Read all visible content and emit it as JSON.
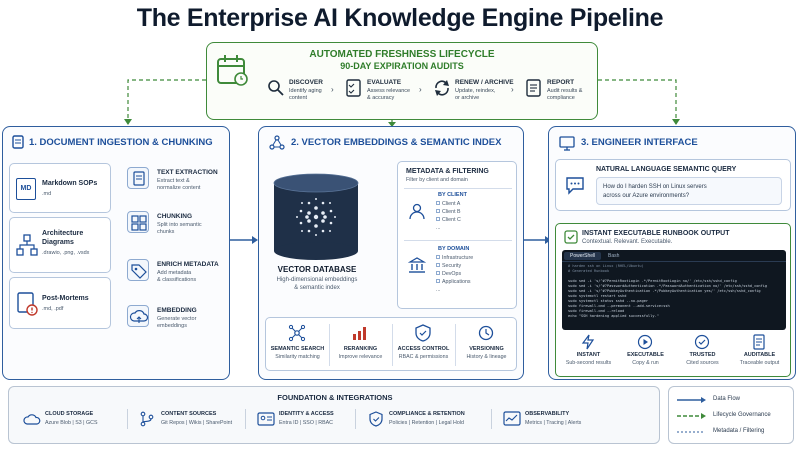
{
  "title": "The Enterprise AI Knowledge Engine Pipeline",
  "lifecycle": {
    "heading": "AUTOMATED FRESHNESS LIFECYCLE",
    "subheading": "90-DAY EXPIRATION AUDITS",
    "steps": [
      {
        "title": "DISCOVER",
        "desc1": "Identify aging",
        "desc2": "content",
        "icon": "magnifier-icon"
      },
      {
        "title": "EVALUATE",
        "desc1": "Assess relevance",
        "desc2": "& accuracy",
        "icon": "checklist-icon"
      },
      {
        "title": "RENEW / ARCHIVE",
        "desc1": "Update, reindex,",
        "desc2": "or archive",
        "icon": "refresh-icon"
      },
      {
        "title": "REPORT",
        "desc1": "Audit results &",
        "desc2": "compliance",
        "icon": "report-icon"
      }
    ]
  },
  "ingestion": {
    "heading": "1. DOCUMENT INGESTION & CHUNKING",
    "sources": [
      {
        "title": "Markdown SOPs",
        "sub": ".md",
        "icon_text": "MD"
      },
      {
        "title": "Architecture",
        "title2": "Diagrams",
        "sub": ".drawio, .png, .vsdx"
      },
      {
        "title": "Post-Mortems",
        "sub": ".md, .pdf"
      }
    ],
    "steps": [
      {
        "title": "TEXT EXTRACTION",
        "desc1": "Extract text &",
        "desc2": "normalize content"
      },
      {
        "title": "CHUNKING",
        "desc1": "Split into semantic",
        "desc2": "chunks"
      },
      {
        "title": "ENRICH METADATA",
        "desc1": "Add metadata",
        "desc2": "& classifications"
      },
      {
        "title": "EMBEDDING",
        "desc1": "Generate vector",
        "desc2": "embeddings"
      }
    ]
  },
  "vector": {
    "heading": "2. VECTOR EMBEDDINGS & SEMANTIC INDEX",
    "db_title": "VECTOR DATABASE",
    "db_desc1": "High-dimensional embeddings",
    "db_desc2": "& semantic index",
    "metadata": {
      "title": "METADATA & FILTERING",
      "desc": "Filter by client and domain",
      "by_client": "BY CLIENT",
      "clients": [
        "Client A",
        "Client B",
        "Client C",
        "..."
      ],
      "by_domain": "BY DOMAIN",
      "domains": [
        "Infrastructure",
        "Security",
        "DevOps",
        "Applications",
        "..."
      ]
    },
    "features": [
      {
        "title": "SEMANTIC SEARCH",
        "desc": "Similarity matching"
      },
      {
        "title": "RERANKING",
        "desc": "Improve relevance"
      },
      {
        "title": "ACCESS CONTROL",
        "desc": "RBAC & permissions"
      },
      {
        "title": "VERSIONING",
        "desc": "History & lineage"
      }
    ]
  },
  "engineer": {
    "heading": "3. ENGINEER INTERFACE",
    "query_title": "NATURAL LANGUAGE SEMANTIC QUERY",
    "query_text1": "How do I harden SSH on Linux servers",
    "query_text2": "across our Azure environments?",
    "output_title": "INSTANT EXECUTABLE RUNBOOK OUTPUT",
    "output_sub": "Contextual. Relevant. Executable.",
    "tabs": [
      "PowerShell",
      "Bash"
    ],
    "code": [
      "# harden ssh on Linux (RHEL/Ubuntu)",
      "# Generated Runbook",
      "",
      "sudo sed -i 's/^#?PermitRootLogin .*/PermitRootLogin no/' /etc/ssh/sshd_config",
      "sudo sed -i 's/^#?PasswordAuthentication .*/PasswordAuthentication no/' /etc/ssh/sshd_config",
      "sudo sed -i 's/^#?PubkeyAuthentication .*/PubkeyAuthentication yes/' /etc/ssh/sshd_config",
      "sudo systemctl restart sshd",
      "sudo systemctl status sshd --no-pager",
      "sudo firewall-cmd --permanent --add-service=ssh",
      "sudo firewall-cmd --reload",
      "echo \"SSH hardening applied successfully.\""
    ],
    "badges": [
      {
        "title": "INSTANT",
        "desc": "Sub-second results"
      },
      {
        "title": "EXECUTABLE",
        "desc": "Copy & run"
      },
      {
        "title": "TRUSTED",
        "desc": "Cited sources"
      },
      {
        "title": "AUDITABLE",
        "desc": "Traceable output"
      }
    ]
  },
  "foundation": {
    "heading": "FOUNDATION & INTEGRATIONS",
    "items": [
      {
        "title": "CLOUD STORAGE",
        "desc": "Azure Blob | S3 | GCS"
      },
      {
        "title": "CONTENT SOURCES",
        "desc": "Git Repos | Wikis | SharePoint"
      },
      {
        "title": "IDENTITY & ACCESS",
        "desc": "Entra ID | SSO | RBAC"
      },
      {
        "title": "COMPLIANCE & RETENTION",
        "desc": "Policies | Retention | Legal Hold"
      },
      {
        "title": "OBSERVABILITY",
        "desc": "Metrics | Tracing | Alerts"
      }
    ]
  },
  "legend": {
    "items": [
      "Data Flow",
      "Lifecycle Governance",
      "Metadata / Filtering"
    ],
    "colors": {
      "data": "#2f5e9e",
      "lifecycle": "#3f8a3a",
      "metadata": "#2f5e9e"
    }
  }
}
